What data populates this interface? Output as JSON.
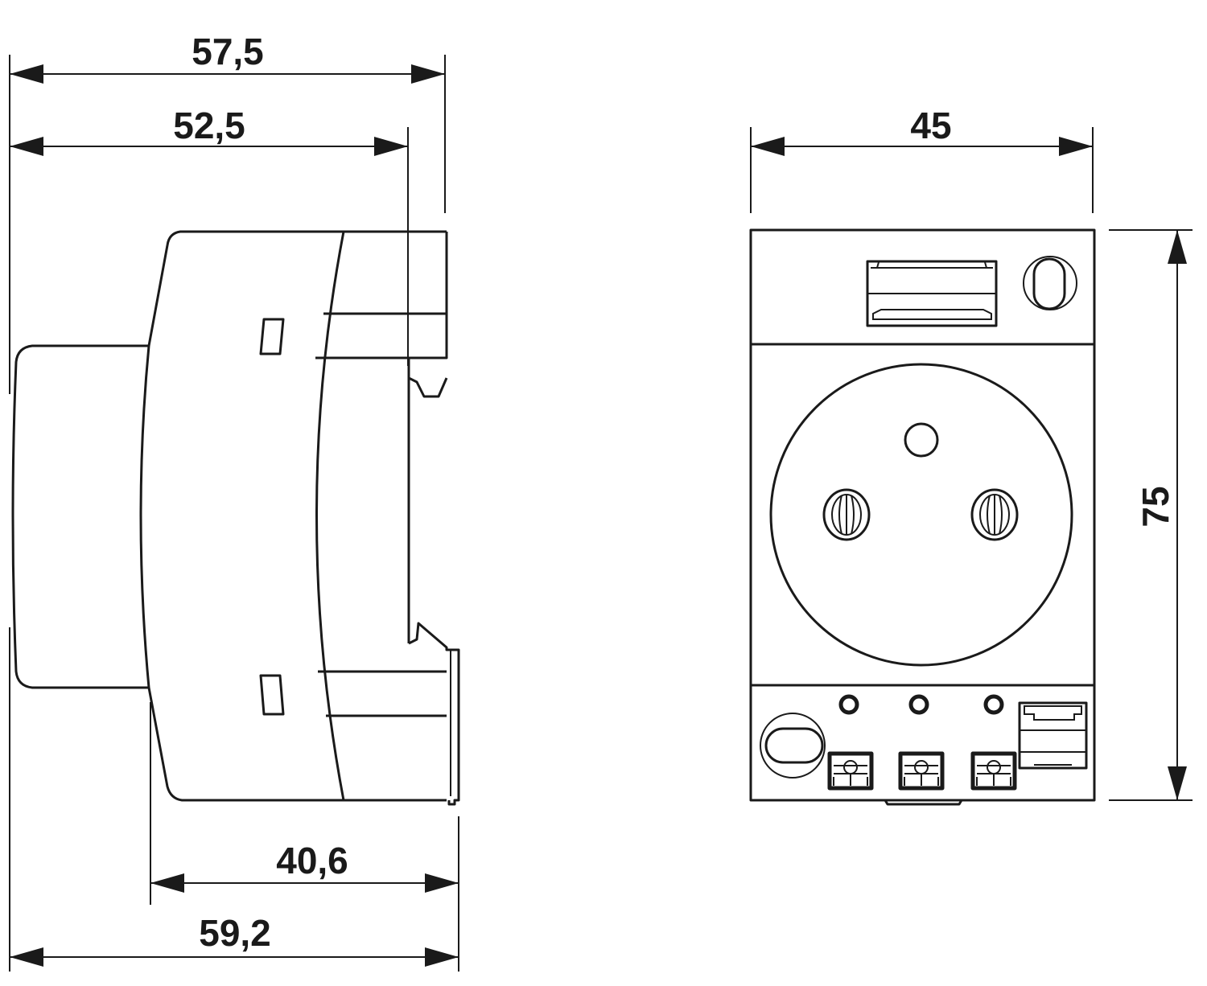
{
  "side_view": {
    "dim_total_depth": "57,5",
    "dim_depth_to_rail": "52,5",
    "dim_body_depth": "40,6",
    "dim_overall_depth": "59,2"
  },
  "front_view": {
    "dim_width": "45",
    "dim_height": "75"
  }
}
